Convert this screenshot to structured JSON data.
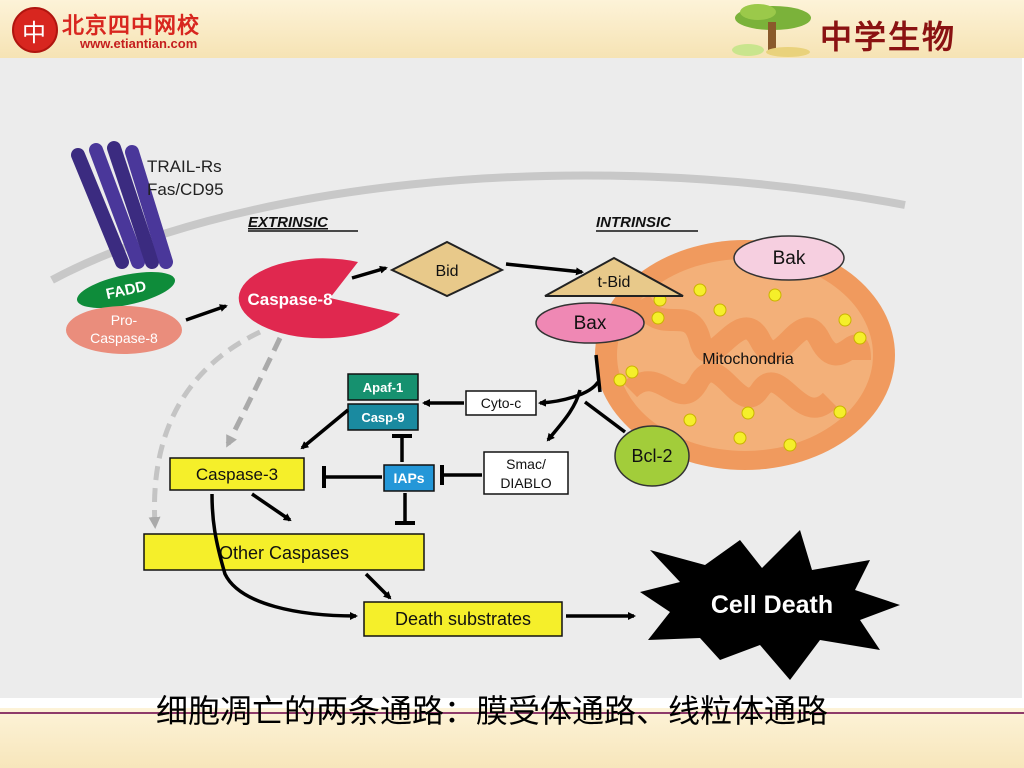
{
  "header": {
    "logo_glyph": "中",
    "school_name": "北京四中网校",
    "school_url": "www.etiantian.com",
    "brand_title": "中学生物"
  },
  "diagram": {
    "receptor_label_1": "TRAIL-Rs",
    "receptor_label_2": "Fas/CD95",
    "extrinsic_heading": "EXTRINSIC",
    "intrinsic_heading": "INTRINSIC",
    "fadd": "FADD",
    "pro_caspase_line1": "Pro-",
    "pro_caspase_line2": "Caspase-8",
    "caspase8": "Caspase-8",
    "bid": "Bid",
    "tbid": "t-Bid",
    "bak": "Bak",
    "bax": "Bax",
    "mitochondria": "Mitochondria",
    "apaf1": "Apaf-1",
    "casp9": "Casp-9",
    "cytoc": "Cyto-c",
    "caspase3": "Caspase-3",
    "iaps": "IAPs",
    "smac_line1": "Smac/",
    "smac_line2": "DIABLO",
    "bcl2": "Bcl-2",
    "other_caspases": "Other Caspases",
    "death_substrates": "Death substrates",
    "cell_death": "Cell Death"
  },
  "caption": "细胞凋亡的两条通路：膜受体通路、线粒体通路",
  "colors": {
    "fadd_green": "#0e8c3a",
    "caspase8_red": "#e0284f",
    "bid_tan": "#e8c98a",
    "bak_pink": "#f6cfe0",
    "bax_pink": "#ef88b4",
    "mito_orange": "#f09a5e",
    "apaf_teal": "#16916f",
    "casp9_teal": "#1a8aa0",
    "iaps_blue": "#2497d8",
    "box_yellow": "#f5ef2a",
    "bcl2_green": "#a2cd3a",
    "cell_death_black": "#000000"
  }
}
